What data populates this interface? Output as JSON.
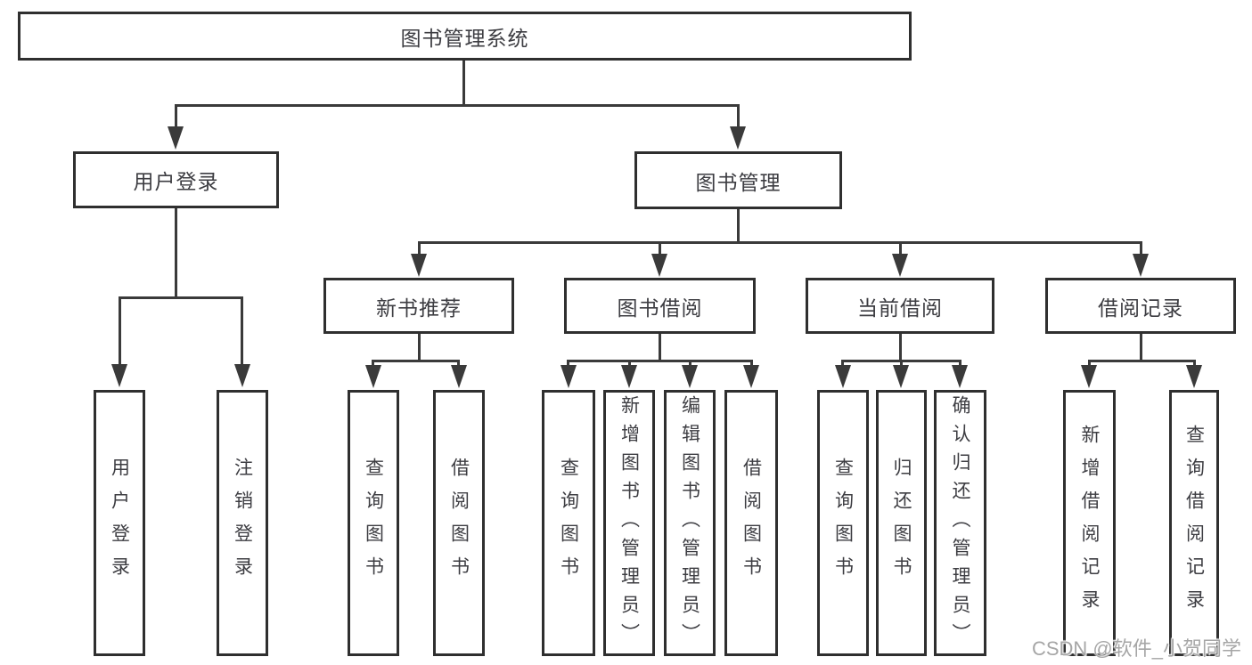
{
  "diagram": {
    "type": "org-tree",
    "root": {
      "label": "图书管理系统",
      "children": [
        {
          "label": "用户登录",
          "children": [
            {
              "label": "用户登录"
            },
            {
              "label": "注销登录"
            }
          ]
        },
        {
          "label": "图书管理",
          "children": [
            {
              "label": "新书推荐",
              "children": [
                {
                  "label": "查询图书"
                },
                {
                  "label": "借阅图书"
                }
              ]
            },
            {
              "label": "图书借阅",
              "children": [
                {
                  "label": "查询图书"
                },
                {
                  "label": "新增图书（管理员）"
                },
                {
                  "label": "编辑图书（管理员）"
                },
                {
                  "label": "借阅图书"
                }
              ]
            },
            {
              "label": "当前借阅",
              "children": [
                {
                  "label": "查询图书"
                },
                {
                  "label": "归还图书"
                },
                {
                  "label": "确认归还（管理员）"
                }
              ]
            },
            {
              "label": "借阅记录",
              "children": [
                {
                  "label": "新增借阅记录"
                },
                {
                  "label": "查询借阅记录"
                }
              ]
            }
          ]
        }
      ]
    }
  },
  "watermark": {
    "text": "CSDN @软件_小贺同学"
  },
  "colors": {
    "line": "#3a3a3a",
    "border": "#2f2f2f",
    "text": "#3d3d42",
    "watermark": "#a6a6a6",
    "background": "#ffffff"
  }
}
